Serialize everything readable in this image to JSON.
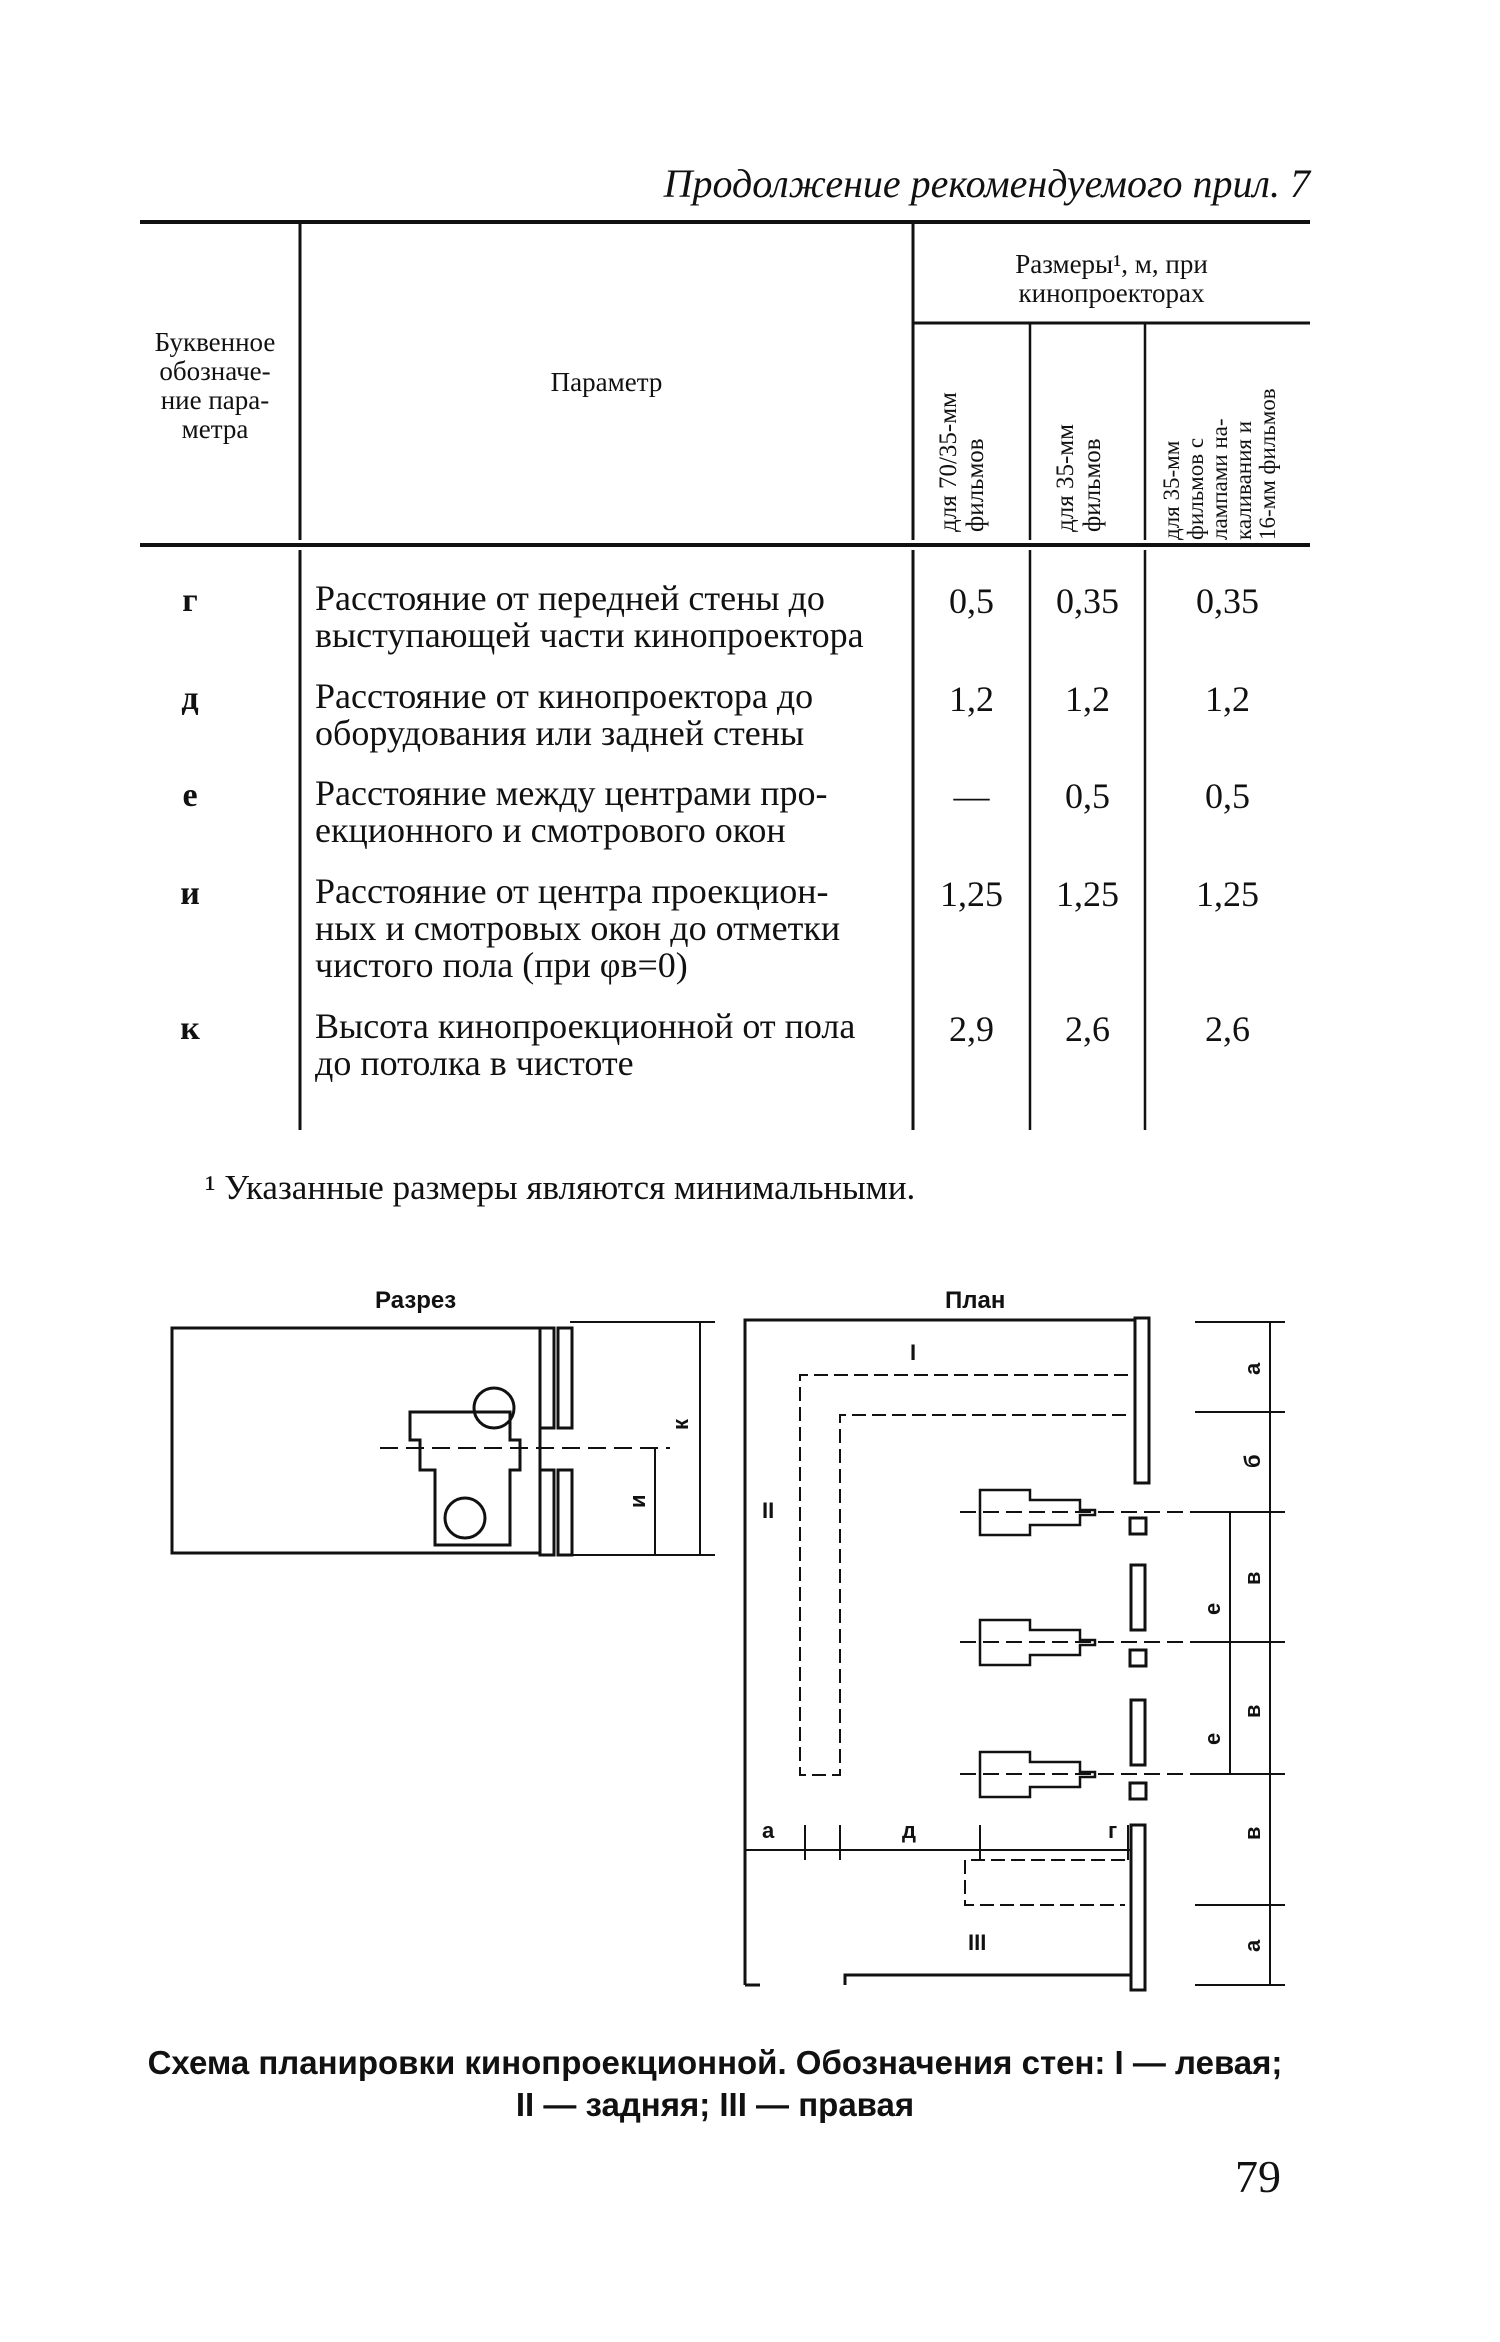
{
  "header": {
    "continuation": "Продолжение рекомендуемого прил. 7"
  },
  "table": {
    "col_letter": [
      "Буквенное",
      "обозначе-",
      "ние пара-",
      "метра"
    ],
    "col_param": "Параметр",
    "col_sizes": [
      "Размеры¹, м, при",
      "кинопроекторах"
    ],
    "sub_cols": [
      [
        "для 70/35-мм",
        "фильмов"
      ],
      [
        "для 35-мм",
        "фильмов"
      ],
      [
        "для 35-мм",
        "фильмов с",
        "лампами на-",
        "каливания и",
        "16-мм фильмов"
      ]
    ],
    "rows": [
      {
        "letter": "г",
        "lines": [
          "Расстояние от передней  стены до",
          "выступающей части кинопроектора"
        ],
        "v1": "0,5",
        "v2": "0,35",
        "v3": "0,35"
      },
      {
        "letter": "д",
        "lines": [
          "Расстояние от  кинопроектора до",
          "оборудования или задней стены"
        ],
        "v1": "1,2",
        "v2": "1,2",
        "v3": "1,2"
      },
      {
        "letter": "е",
        "lines": [
          "Расстояние между центрами про-",
          "екционного и смотрового окон"
        ],
        "v1": "—",
        "v2": "0,5",
        "v3": "0,5"
      },
      {
        "letter": "и",
        "lines": [
          "Расстояние от центра  проекцион-",
          "ных и смотровых окон до отметки",
          "чистого пола (при φв=0)"
        ],
        "v1": "1,25",
        "v2": "1,25",
        "v3": "1,25"
      },
      {
        "letter": "к",
        "lines": [
          "Высота кинопроекционной от пола",
          "до потолка в чистоте"
        ],
        "v1": "2,9",
        "v2": "2,6",
        "v3": "2,6"
      }
    ]
  },
  "footnote": "¹ Указанные размеры являются минимальными.",
  "diagram": {
    "section_title": "Разрез",
    "plan_title": "План",
    "labels": {
      "k": "к",
      "i": "и",
      "wall1": "I",
      "wall2": "II",
      "wall3": "III",
      "a": "а",
      "b": "б",
      "v": "в",
      "d": "д",
      "g": "г",
      "e": "е"
    }
  },
  "caption": {
    "line1": "Схема планировки кинопроекционной. Обозначения стен: I — левая;",
    "line2": "II — задняя; III — правая"
  },
  "page_number": "79"
}
